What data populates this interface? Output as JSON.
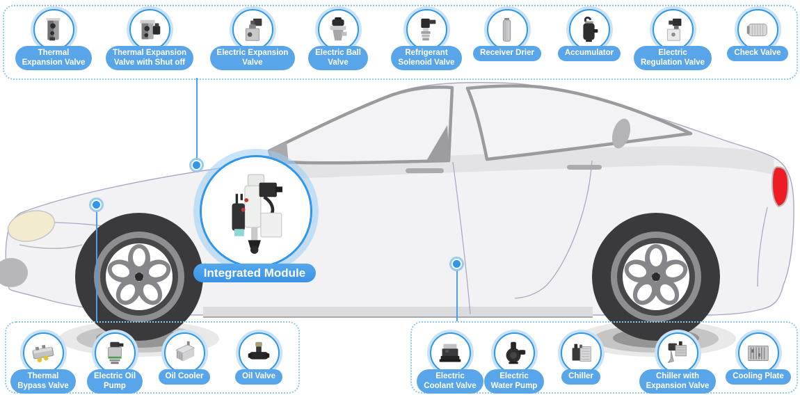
{
  "colors": {
    "accent_blue": "#2f96ea",
    "pill_blue": "#58a6e9",
    "halo_blue": "#c9e2f8",
    "dashed_border_blue": "#8cc6f1",
    "leader_blue": "#4aa0ea",
    "car_body_gray": "#f2f2f4",
    "wheel_dark": "#3a3a3c",
    "tail_light_red": "#ee1c25",
    "headlight_cream": "#f2ebcf"
  },
  "top_panel": {
    "items": [
      {
        "label_lines": [
          "Thermal",
          "Expansion Valve"
        ],
        "icon": "expansion-valve-icon"
      },
      {
        "label_lines": [
          "Thermal Expansion",
          "Valve with Shut off"
        ],
        "icon": "expansion-valve-shutoff-icon"
      },
      {
        "label_lines": [
          "Electric Expansion",
          "Valve"
        ],
        "icon": "electric-expansion-valve-icon"
      },
      {
        "label_lines": [
          "Electric Ball",
          "Valve"
        ],
        "icon": "ball-valve-icon"
      },
      {
        "label_lines": [
          "Refrigerant",
          "Solenoid Valve"
        ],
        "icon": "solenoid-valve-icon"
      },
      {
        "label_lines": [
          "Receiver Drier"
        ],
        "icon": "receiver-drier-icon"
      },
      {
        "label_lines": [
          "Accumulator"
        ],
        "icon": "accumulator-icon"
      },
      {
        "label_lines": [
          "Electric",
          "Regulation Valve"
        ],
        "icon": "regulation-valve-icon"
      },
      {
        "label_lines": [
          "Check Valve"
        ],
        "icon": "check-valve-icon"
      }
    ]
  },
  "bottom_left_panel": {
    "items": [
      {
        "label_lines": [
          "Thermal",
          "Bypass Valve"
        ],
        "icon": "thermal-bypass-valve-icon"
      },
      {
        "label_lines": [
          "Electric Oil",
          "Pump"
        ],
        "icon": "electric-oil-pump-icon"
      },
      {
        "label_lines": [
          "Oil Cooler"
        ],
        "icon": "oil-cooler-icon"
      },
      {
        "label_lines": [
          "Oil Valve"
        ],
        "icon": "oil-valve-icon"
      }
    ]
  },
  "bottom_right_panel": {
    "items": [
      {
        "label_lines": [
          "Electric",
          "Coolant Valve"
        ],
        "icon": "electric-coolant-valve-icon"
      },
      {
        "label_lines": [
          "Electric",
          "Water Pump"
        ],
        "icon": "electric-water-pump-icon"
      },
      {
        "label_lines": [
          "Chiller"
        ],
        "icon": "chiller-icon"
      },
      {
        "label_lines": [
          "Chiller with",
          "Expansion Valve"
        ],
        "icon": "chiller-expansion-valve-icon"
      },
      {
        "label_lines": [
          "Cooling Plate"
        ],
        "icon": "cooling-plate-icon"
      }
    ]
  },
  "integrated_module": {
    "label": "Integrated Module",
    "icon": "integrated-module-icon"
  }
}
